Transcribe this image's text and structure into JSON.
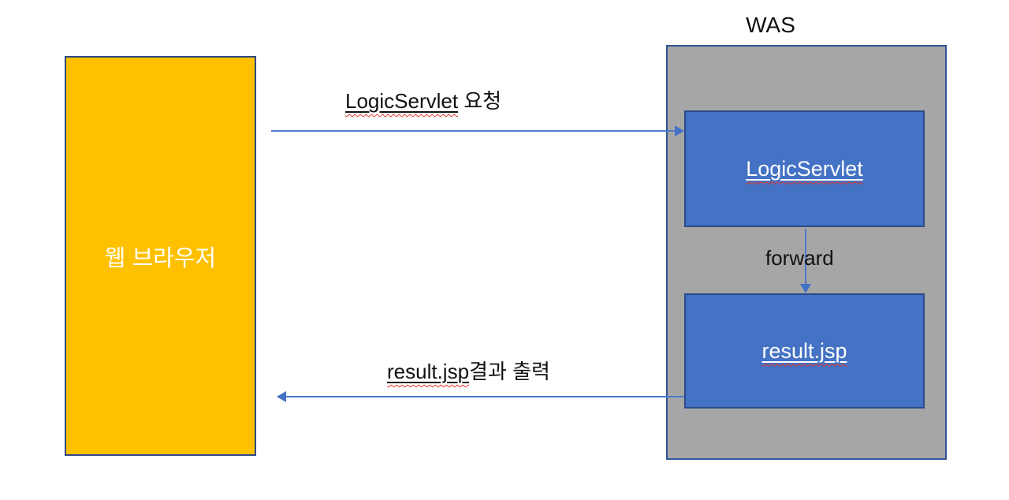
{
  "diagram": {
    "browser": {
      "label": "웹 브라우저"
    },
    "was": {
      "title": "WAS",
      "servlet_label": "LogicServlet",
      "jsp_label": "result.jsp"
    },
    "arrows": {
      "request": {
        "code": "LogicServlet",
        "rest": " 요청"
      },
      "forward": {
        "label": "forward"
      },
      "response": {
        "code": "result.jsp",
        "rest": "결과 출력"
      }
    },
    "colors": {
      "browser_fill": "#FFC000",
      "was_fill": "#A6A6A6",
      "node_fill": "#4472C4",
      "shape_border": "#2F5496",
      "arrow": "#4472C4",
      "spellcheck_squiggle": "#E8352A",
      "text_dark": "#111111",
      "text_light": "#FFFFFF"
    }
  }
}
